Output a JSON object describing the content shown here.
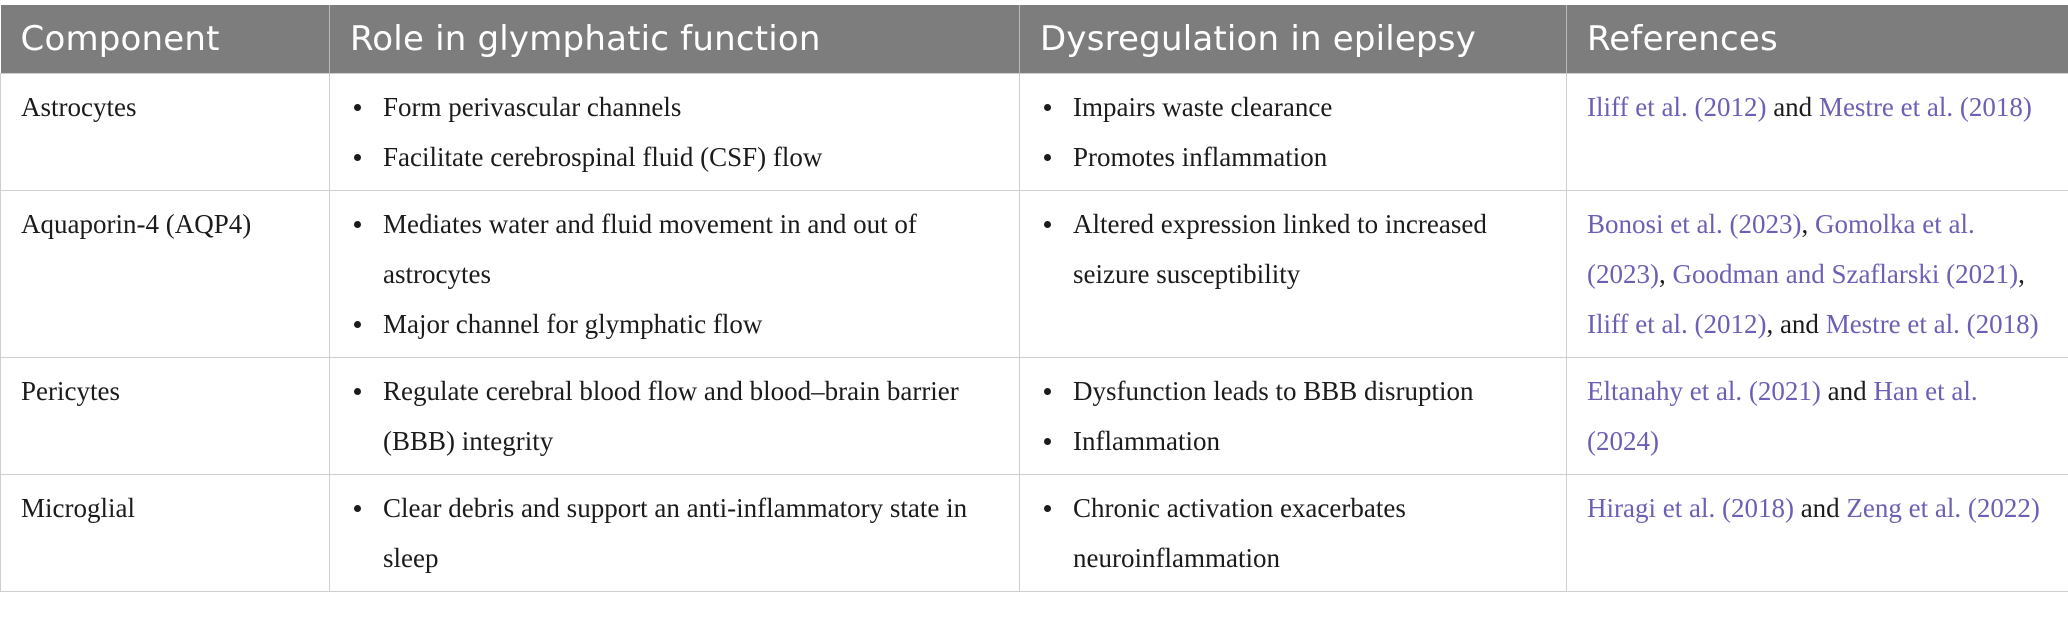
{
  "headers": [
    "Component",
    "Role in glymphatic function",
    "Dysregulation in epilepsy",
    "References"
  ],
  "rows": [
    {
      "component": "Astrocytes",
      "roles": [
        "Form perivascular channels",
        "Facilitate cerebrospinal fluid (CSF) flow"
      ],
      "dysregulation": [
        "Impairs waste clearance",
        "Promotes inflammation"
      ],
      "refs": [
        {
          "text": "Iliff et al. (2012)",
          "link": true
        },
        {
          "text": " and ",
          "link": false
        },
        {
          "text": "Mestre et al. (2018)",
          "link": true
        }
      ]
    },
    {
      "component": "Aquaporin-4 (AQP4)",
      "roles": [
        "Mediates water and fluid movement in and out of astrocytes",
        "Major channel for glymphatic flow"
      ],
      "dysregulation": [
        "Altered expression linked to increased seizure susceptibility"
      ],
      "refs": [
        {
          "text": "Bonosi et al. (2023)",
          "link": true
        },
        {
          "text": ", ",
          "link": false
        },
        {
          "text": "Gomolka et al. (2023)",
          "link": true
        },
        {
          "text": ", ",
          "link": false
        },
        {
          "text": "Goodman and Szaflarski (2021)",
          "link": true
        },
        {
          "text": ", ",
          "link": false
        },
        {
          "text": "Iliff et al. (2012)",
          "link": true
        },
        {
          "text": ", and ",
          "link": false
        },
        {
          "text": "Mestre et al. (2018)",
          "link": true
        }
      ]
    },
    {
      "component": "Pericytes",
      "roles": [
        "Regulate cerebral blood flow and blood–brain barrier (BBB) integrity"
      ],
      "dysregulation": [
        "Dysfunction leads to BBB disruption",
        "Inflammation"
      ],
      "refs": [
        {
          "text": "Eltanahy et al. (2021)",
          "link": true
        },
        {
          "text": " and ",
          "link": false
        },
        {
          "text": "Han et al. (2024)",
          "link": true
        }
      ]
    },
    {
      "component": "Microglial",
      "roles": [
        "Clear debris and support an anti-inflammatory state in sleep"
      ],
      "dysregulation": [
        "Chronic activation exacerbates neuroinflammation"
      ],
      "refs": [
        {
          "text": "Hiragi et al. (2018)",
          "link": true
        },
        {
          "text": " and ",
          "link": false
        },
        {
          "text": "Zeng et al. (2022)",
          "link": true
        }
      ]
    }
  ]
}
